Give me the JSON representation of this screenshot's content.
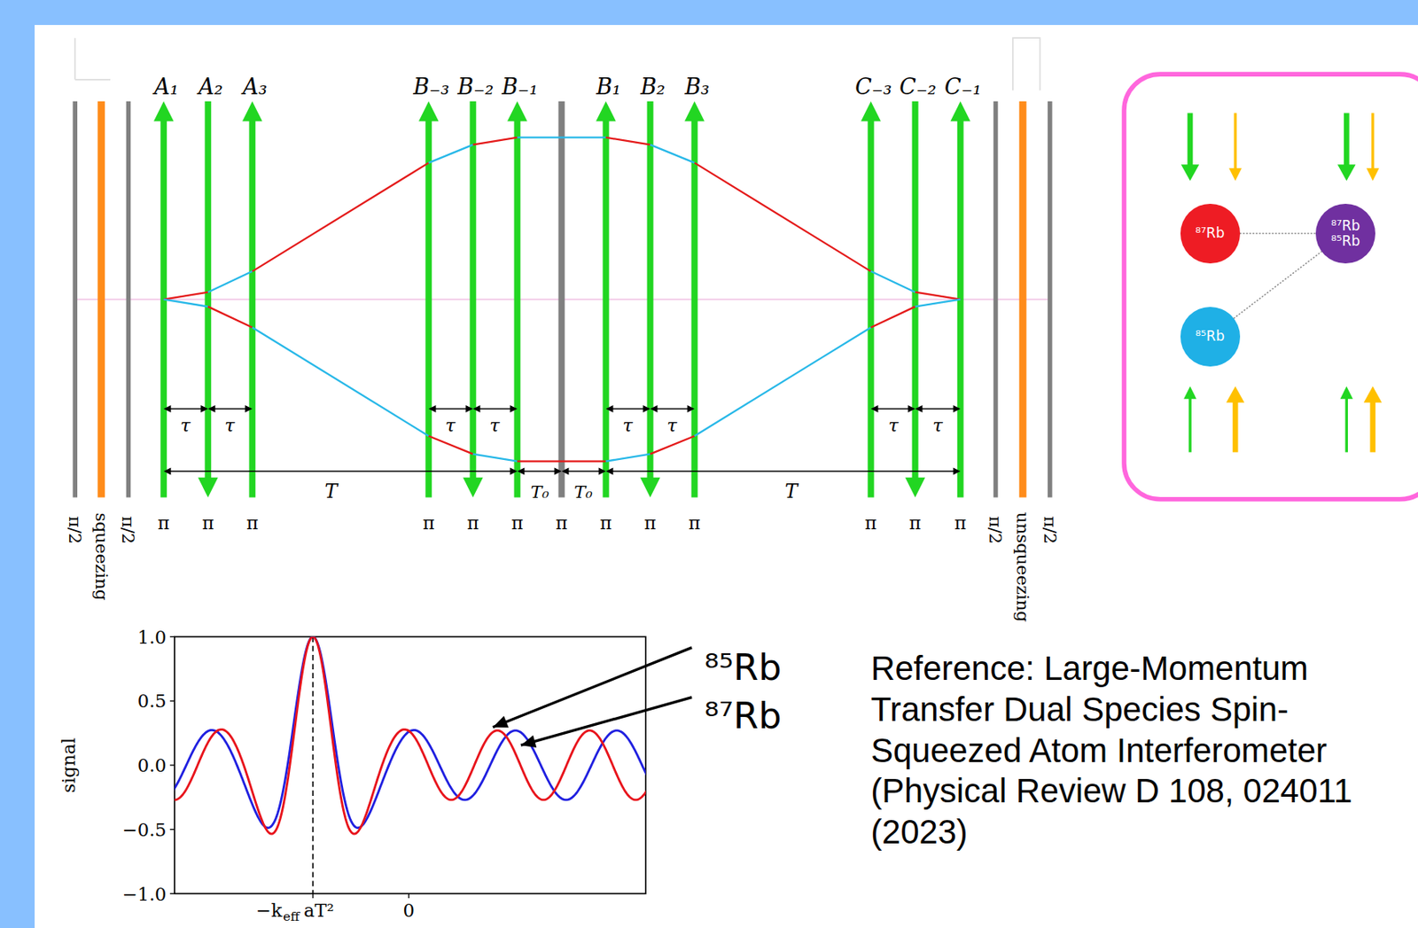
{
  "diagram": {
    "nodes": [
      {
        "text": [
          "⁸⁷Rb"
        ]
      },
      {
        "text": [
          "⁸⁷Rb ⁸⁵Rb"
        ]
      },
      {
        "text": [
          "⁸⁵Rb"
        ]
      }
    ],
    "edges": [
      {
        "from": 0,
        "to": 1,
        "arrow": "none"
      },
      {
        "from": 2,
        "to": 1,
        "arrow": "none"
      }
    ],
    "labels": [
      "A₁",
      "A₂",
      "A₃",
      "B₋₃",
      "B₋₂",
      "B₋₁",
      "B₁",
      "B₂",
      "B₃",
      "C₋₃",
      "C₋₂",
      "C₋₁",
      "τ",
      "τ",
      "τ",
      "τ",
      "τ",
      "τ",
      "τ",
      "τ",
      "T",
      "T₀",
      "T₀",
      "T",
      "π/2",
      "squeezing",
      "π/2",
      "π",
      "π",
      "π",
      "π",
      "π",
      "π",
      "π",
      "π",
      "π",
      "π",
      "π",
      "π",
      "π",
      "π/2",
      "unsqueezing",
      "π/2",
      "1.0",
      "0.5",
      "0.0",
      "−0.5",
      "−1.0",
      "−k",
      "eff",
      "aT²",
      "0",
      "signal",
      "⁸⁵Rb",
      "⁸⁷Rb",
      "Reference: Large-Momentum Transfer Dual Species Spin-Squeezed Atom Interferometer (Physical Review D 108, 024011 (2023)"
    ]
  }
}
